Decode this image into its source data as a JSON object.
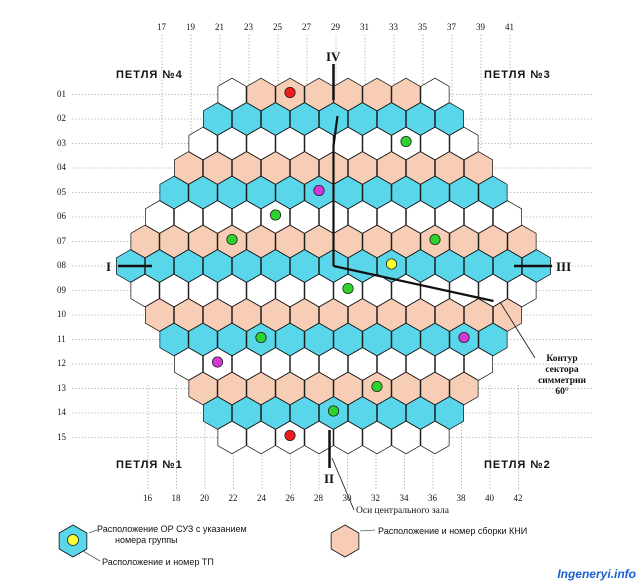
{
  "colors": {
    "fa_pink": "#f7cdb5",
    "fa_cyan": "#5ad6ea",
    "fa_white": "#ffffff",
    "group_green": "#2fd12f",
    "group_red": "#ee1c1c",
    "group_yellow": "#ffff33",
    "group_magenta": "#d13ad6",
    "outline": "#111111"
  },
  "loops": {
    "loop1": "ПЕТЛЯ №1",
    "loop2": "ПЕТЛЯ №2",
    "loop3": "ПЕТЛЯ №3",
    "loop4": "ПЕТЛЯ №4"
  },
  "axes": {
    "I": "I",
    "II": "II",
    "III": "III",
    "IV": "IV"
  },
  "column_numbers_top": [
    "17",
    "19",
    "21",
    "23",
    "25",
    "27",
    "29",
    "31",
    "33",
    "35",
    "37",
    "39",
    "41"
  ],
  "column_numbers_bottom": [
    "16",
    "18",
    "20",
    "22",
    "24",
    "26",
    "28",
    "30",
    "32",
    "34",
    "36",
    "38",
    "40",
    "42"
  ],
  "row_numbers": [
    "01",
    "02",
    "03",
    "04",
    "05",
    "06",
    "07",
    "08",
    "09",
    "10",
    "11",
    "12",
    "13",
    "14",
    "15"
  ],
  "annotations": {
    "sector_line1": "Контур",
    "sector_line2": "сектора",
    "sector_line3": "симметрии",
    "sector_line4": "60°",
    "hall_axes": "Оси центрального зала"
  },
  "legend": {
    "control_rods_line1": "Расположение ОР СУЗ с указанием",
    "control_rods_line2": "номера группы",
    "thermocouple": "Расположение и номер ТП",
    "kni": "Расположение и номер сборки КНИ"
  },
  "watermark": "Ingeneryi.info"
}
